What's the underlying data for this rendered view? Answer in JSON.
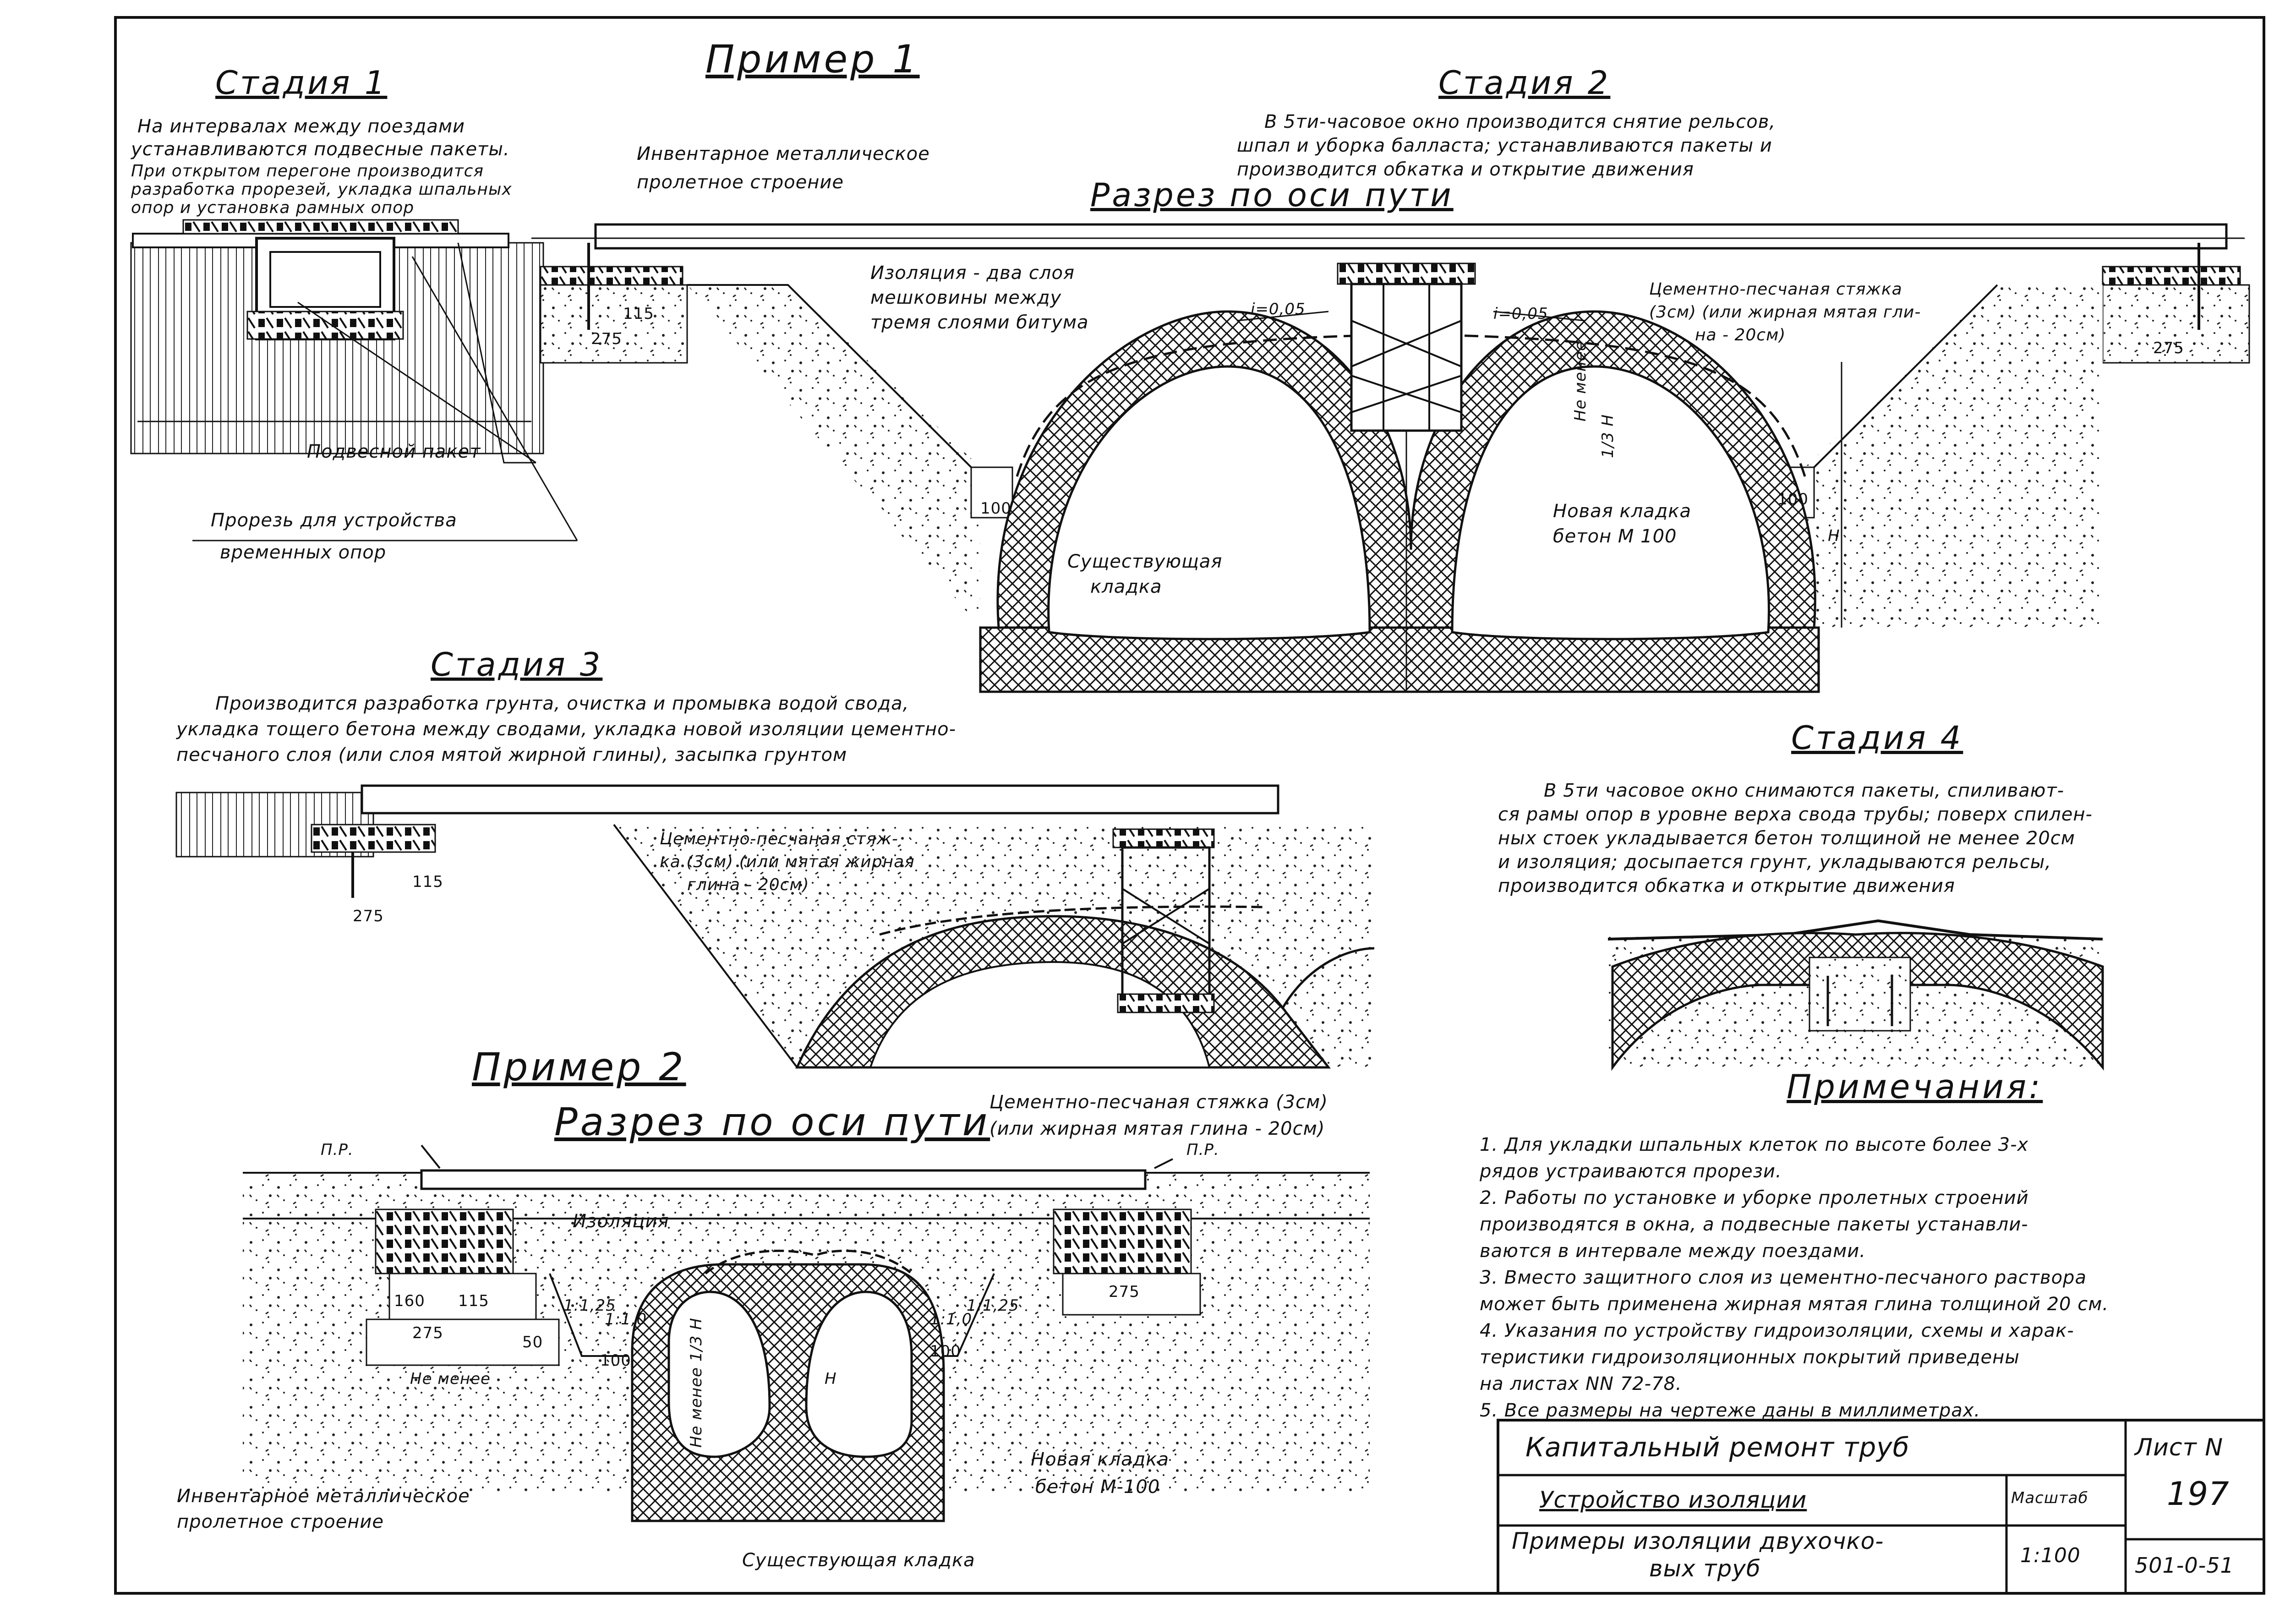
{
  "example1": {
    "title": "Пример 1",
    "section_title": "Разрез по оси пути",
    "stage1": {
      "title": "Стадия 1",
      "text1": "На интервалах между поездами",
      "text2": "устанавливаются подвесные пакеты.",
      "text3": "При открытом перегоне производится",
      "text4": "разработка прорезей, укладка шпальных",
      "text5": "опор и установка рамных опор",
      "label_package": "Подвесной пакет",
      "label_slot_1": "Прорезь для устройства",
      "label_slot_2": "временных опор"
    },
    "stage2": {
      "title": "Стадия 2",
      "text1": "В 5ти-часовое окно производится снятие рельсов,",
      "text2": "шпал и уборка балласта; устанавливаются пакеты и",
      "text3": "производится обкатка и открытие движения"
    },
    "labels": {
      "inventory_1": "Инвентарное металлическое",
      "inventory_2": "пролетное строение",
      "isolation_1": "Изоляция - два слоя",
      "isolation_2": "мешковины между",
      "isolation_3": "тремя слоями битума",
      "screed_1": "Цементно-песчаная стяжка",
      "screed_2": "(3см) (или жирная мятая гли-",
      "screed_3": "на - 20см)",
      "not_less": "Не менее",
      "one_third_h": "1/3 H",
      "new_masonry_1": "Новая кладка",
      "new_masonry_2": "бетон М 100",
      "existing_1": "Существующая",
      "existing_2": "кладка",
      "slope_left": "i=0,05",
      "slope_right": "i=0,05",
      "h": "H"
    },
    "dims": {
      "d115": "115",
      "d275": "275",
      "d275r": "275",
      "d100l": "100",
      "d100r": "100"
    }
  },
  "stage3": {
    "title": "Стадия 3",
    "text1": "Производится разработка грунта, очистка и промывка водой свода,",
    "text2": "укладка тощего бетона между сводами, укладка новой изоляции цементно-",
    "text3": "песчаного слоя (или слоя мятой жирной глины), засыпка грунтом",
    "screed_1": "Цементно-песчаная стяж-",
    "screed_2": "ка (3см) (или мятая жирная",
    "screed_3": "глина - 20см)",
    "d115": "115",
    "d275": "275"
  },
  "stage4": {
    "title": "Стадия 4",
    "text1": "В 5ти часовое окно снимаются пакеты, спиливают-",
    "text2": "ся рамы опор в уровне верха свода трубы; поверх спилен-",
    "text3": "ных стоек укладывается бетон толщиной не менее 20см",
    "text4": "и изоляция; досыпается грунт, укладываются рельсы,",
    "text5": "производится обкатка и открытие движения"
  },
  "example2": {
    "title": "Пример 2",
    "section_title": "Разрез по оси пути",
    "screed_1": "Цементно-песчаная стяжка (3см)",
    "screed_2": "(или жирная мятая глина - 20см)",
    "pr_left": "П.Р.",
    "pr_right": "П.Р.",
    "isolation": "Изоляция",
    "not_less": "Не менее",
    "not_less_13": "Не менее 1/3 H",
    "h": "H",
    "new_masonry_1": "Новая кладка",
    "new_masonry_2": "бетон  М-100",
    "existing": "Существующая кладка",
    "inventory_1": "Инвентарное металлическое",
    "inventory_2": "пролетное строение",
    "dims": {
      "d160": "160",
      "d115": "115",
      "d275": "275",
      "d275r": "275",
      "d50": "50",
      "d100l": "100",
      "d100r": "100",
      "s125l": "1:1,25",
      "s10l": "1:1,0",
      "s10r": "1:1,0",
      "s125r": "1:1,25"
    }
  },
  "notes": {
    "title": "Примечания:",
    "n1a": "1. Для укладки шпальных клеток по высоте  более 3-х",
    "n1b": "рядов устраиваются прорези.",
    "n2a": "2. Работы по установке и уборке пролетных строений",
    "n2b": "производятся в окна, а подвесные пакеты устанавли-",
    "n2c": "ваются в интервале между поездами.",
    "n3a": "3. Вместо защитного слоя из цементно-песчаного раствора",
    "n3b": "может быть применена жирная мятая глина толщиной  20 см.",
    "n4a": "4. Указания по устройству гидроизоляции, схемы и харак-",
    "n4b": "теристики гидроизоляционных покрытий приведены",
    "n4c": "на листах  NN 72-78.",
    "n5": "5. Все размеры на чертеже даны в миллиметрах."
  },
  "title_block": {
    "main": "Капитальный ремонт труб",
    "sub": "Устройство изоляции",
    "desc_1": "Примеры изоляции двухочко-",
    "desc_2": "вых труб",
    "scale_label": "Масштаб",
    "scale": "1:100",
    "sheet_label": "Лист N",
    "sheet_no": "197",
    "code": "501-0-51"
  }
}
